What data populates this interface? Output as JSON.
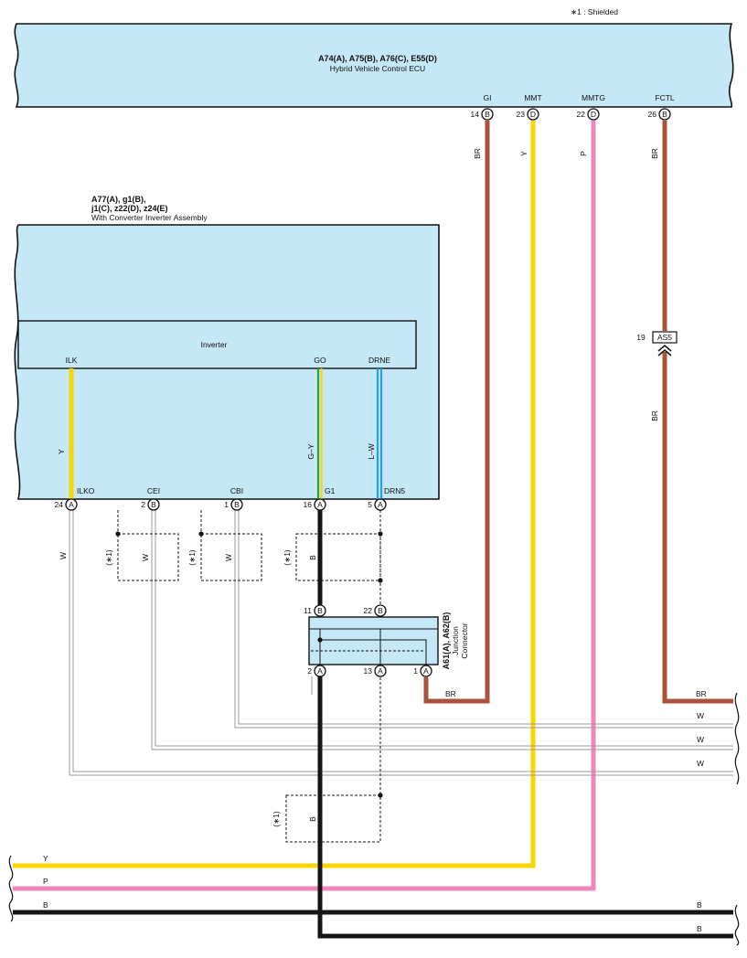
{
  "note": "∗1 : Shielded",
  "ecu": {
    "title": "A74(A), A75(B), A76(C), E55(D)",
    "subtitle": "Hybrid Vehicle Control ECU",
    "terminals": [
      {
        "pin": "14",
        "conn": "B",
        "name": "GI",
        "wire": "BR"
      },
      {
        "pin": "23",
        "conn": "D",
        "name": "MMT",
        "wire": "Y"
      },
      {
        "pin": "22",
        "conn": "D",
        "name": "MMTG",
        "wire": "P"
      },
      {
        "pin": "26",
        "conn": "B",
        "name": "FCTL",
        "wire": "BR"
      }
    ]
  },
  "inverter_assembly": {
    "title_line1": "A77(A), g1(B),",
    "title_line2": "j1(C), z22(D), z24(E)",
    "subtitle": "With Converter Inverter Assembly",
    "inverter_label": "Inverter",
    "inner_terminals": [
      "ILK",
      "GO",
      "DRNE"
    ],
    "inner_wires": [
      "Y",
      "G–Y",
      "L–W"
    ],
    "terminals": [
      {
        "pin": "24",
        "conn": "A",
        "name": "ILKO"
      },
      {
        "pin": "2",
        "conn": "B",
        "name": "CEI"
      },
      {
        "pin": "1",
        "conn": "B",
        "name": "CBI"
      },
      {
        "pin": "16",
        "conn": "A",
        "name": "G1"
      },
      {
        "pin": "5",
        "conn": "A",
        "name": "DRN5"
      }
    ]
  },
  "shield_tag": "(∗1)",
  "shield_wires": [
    "W",
    "W",
    "B",
    "B"
  ],
  "wire_ilko": "W",
  "junction": {
    "title": "A61(A), A62(B)",
    "line2": "Junction",
    "line3": "Connector",
    "top_pins": [
      {
        "pin": "11",
        "conn": "B"
      },
      {
        "pin": "22",
        "conn": "B"
      }
    ],
    "bottom_pins": [
      {
        "pin": "2",
        "conn": "A"
      },
      {
        "pin": "13",
        "conn": "A"
      },
      {
        "pin": "1",
        "conn": "A"
      }
    ]
  },
  "connector_as5": {
    "pin": "19",
    "name": "AS5"
  },
  "as5_wire": "BR",
  "right_exits": [
    "BR",
    "W",
    "W",
    "W",
    "B",
    "B"
  ],
  "junction_exit_wire": "BR",
  "left_exits": [
    "Y",
    "P",
    "B"
  ],
  "colors": {
    "box_fill": "#c5e8f7",
    "brown": "#a8533a",
    "yellow": "#f9d600",
    "pink": "#ef87bb",
    "black": "#151515",
    "green": "#2ea23a",
    "blue": "#2a9fe0",
    "white_wire": "#9a9a9a"
  }
}
